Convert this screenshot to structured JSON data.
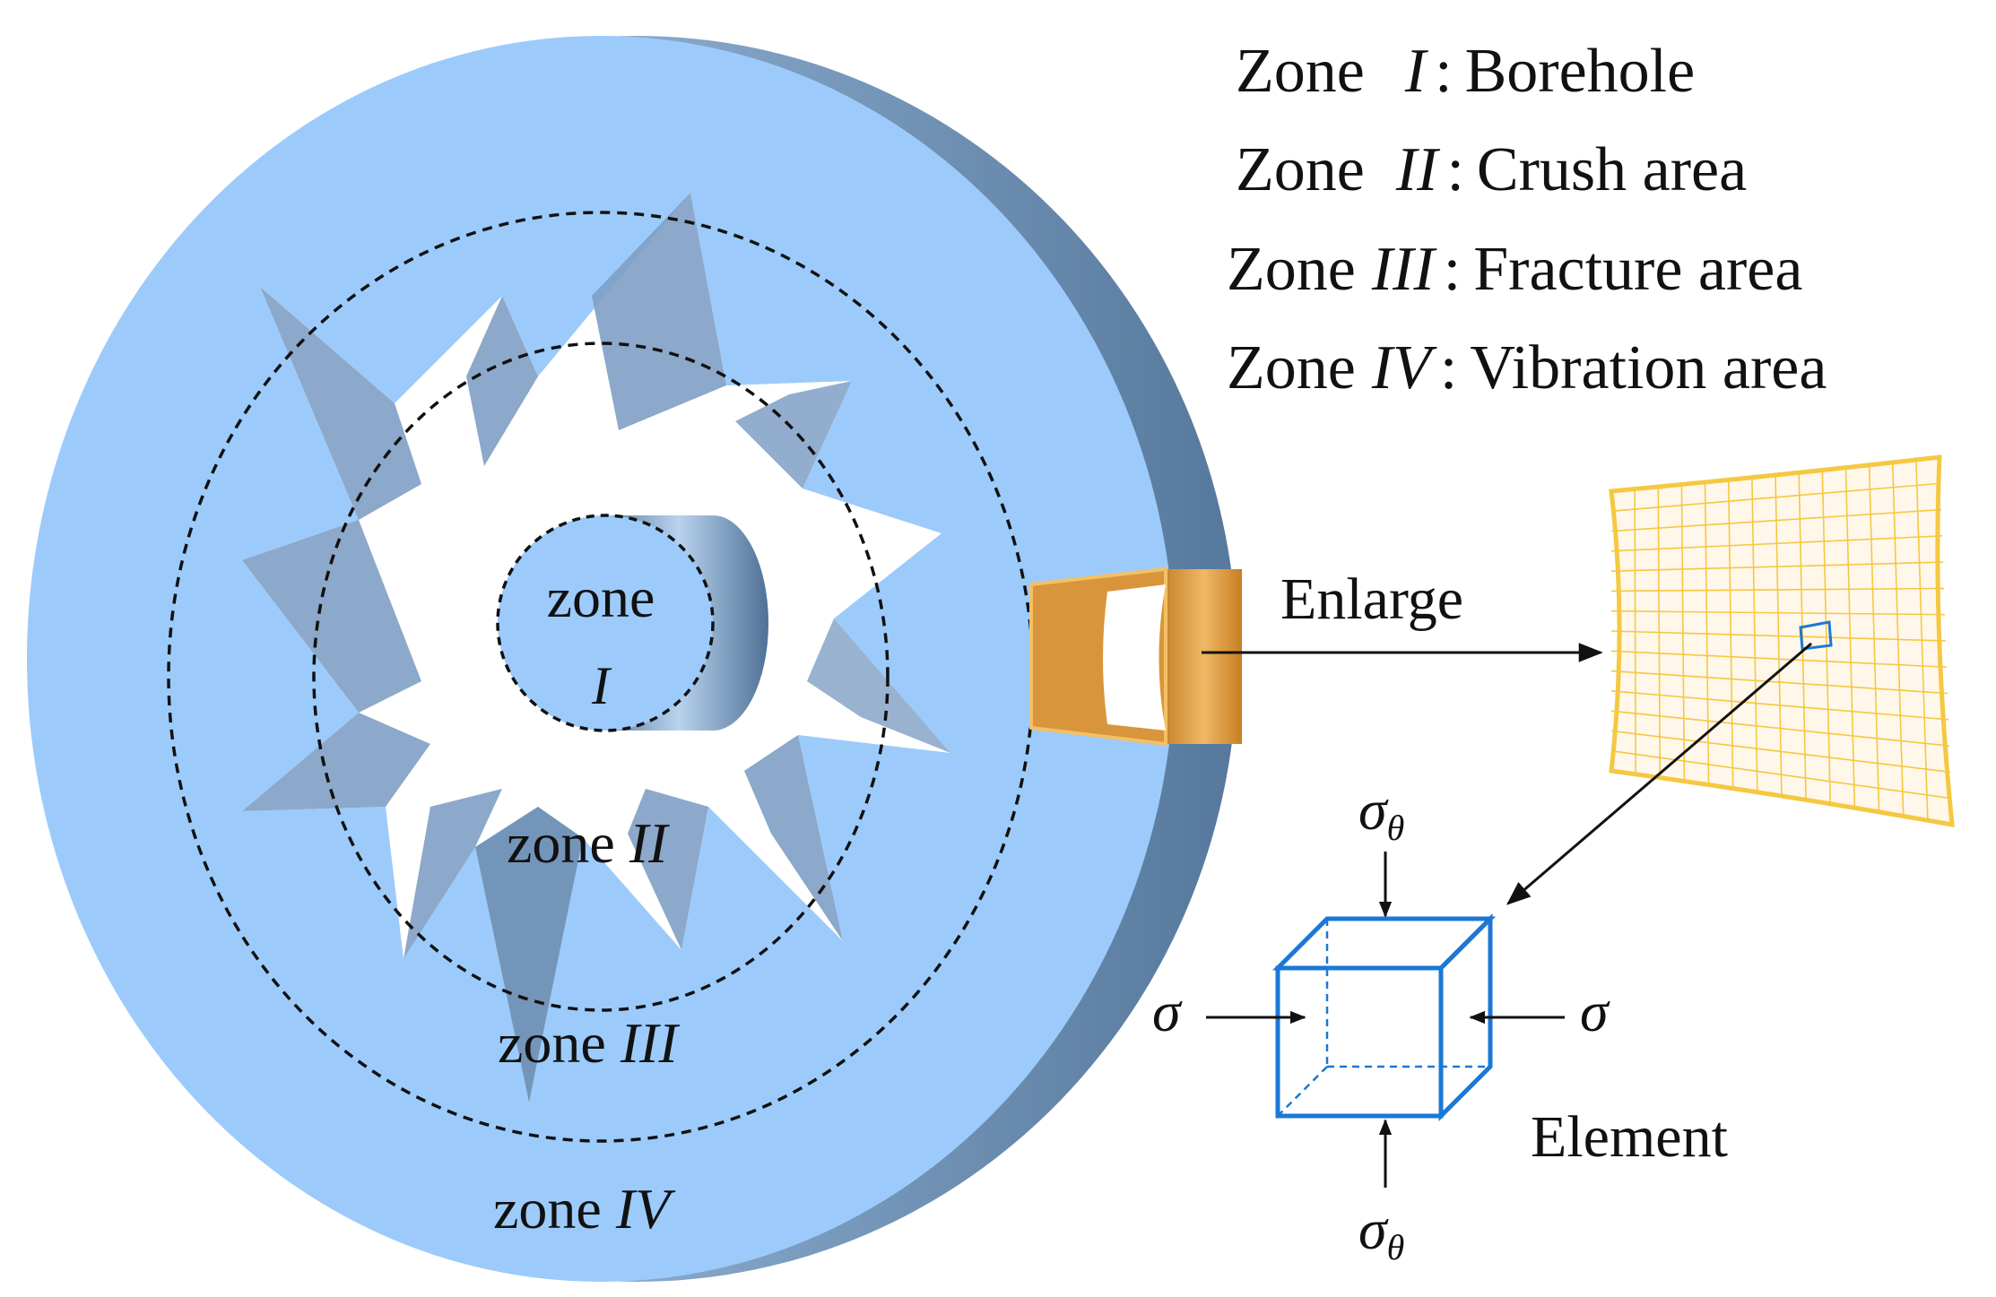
{
  "legend": [
    {
      "prefix": "Zone",
      "numeral": "I",
      "desc": "Borehole"
    },
    {
      "prefix": "Zone",
      "numeral": "II",
      "desc": "Crush area"
    },
    {
      "prefix": "Zone",
      "numeral": "III",
      "desc": "Fracture area"
    },
    {
      "prefix": "Zone",
      "numeral": "IV",
      "desc": "Vibration area"
    }
  ],
  "legend_separator": ":",
  "zones": {
    "word": "zone",
    "z1": "I",
    "z2": "II",
    "z3": "III",
    "z4": "IV"
  },
  "enlarge_label": "Enlarge",
  "element_label": "Element",
  "stress": {
    "sigma": "σ",
    "theta_sub": "θ"
  },
  "colors": {
    "disk_face": "#9ccbfb",
    "disk_rim": "#6f93b7",
    "fracture": "#7f9fc4",
    "element_sample": "#e1a346",
    "grid": "#f5c842",
    "cube": "#1b78d6"
  }
}
